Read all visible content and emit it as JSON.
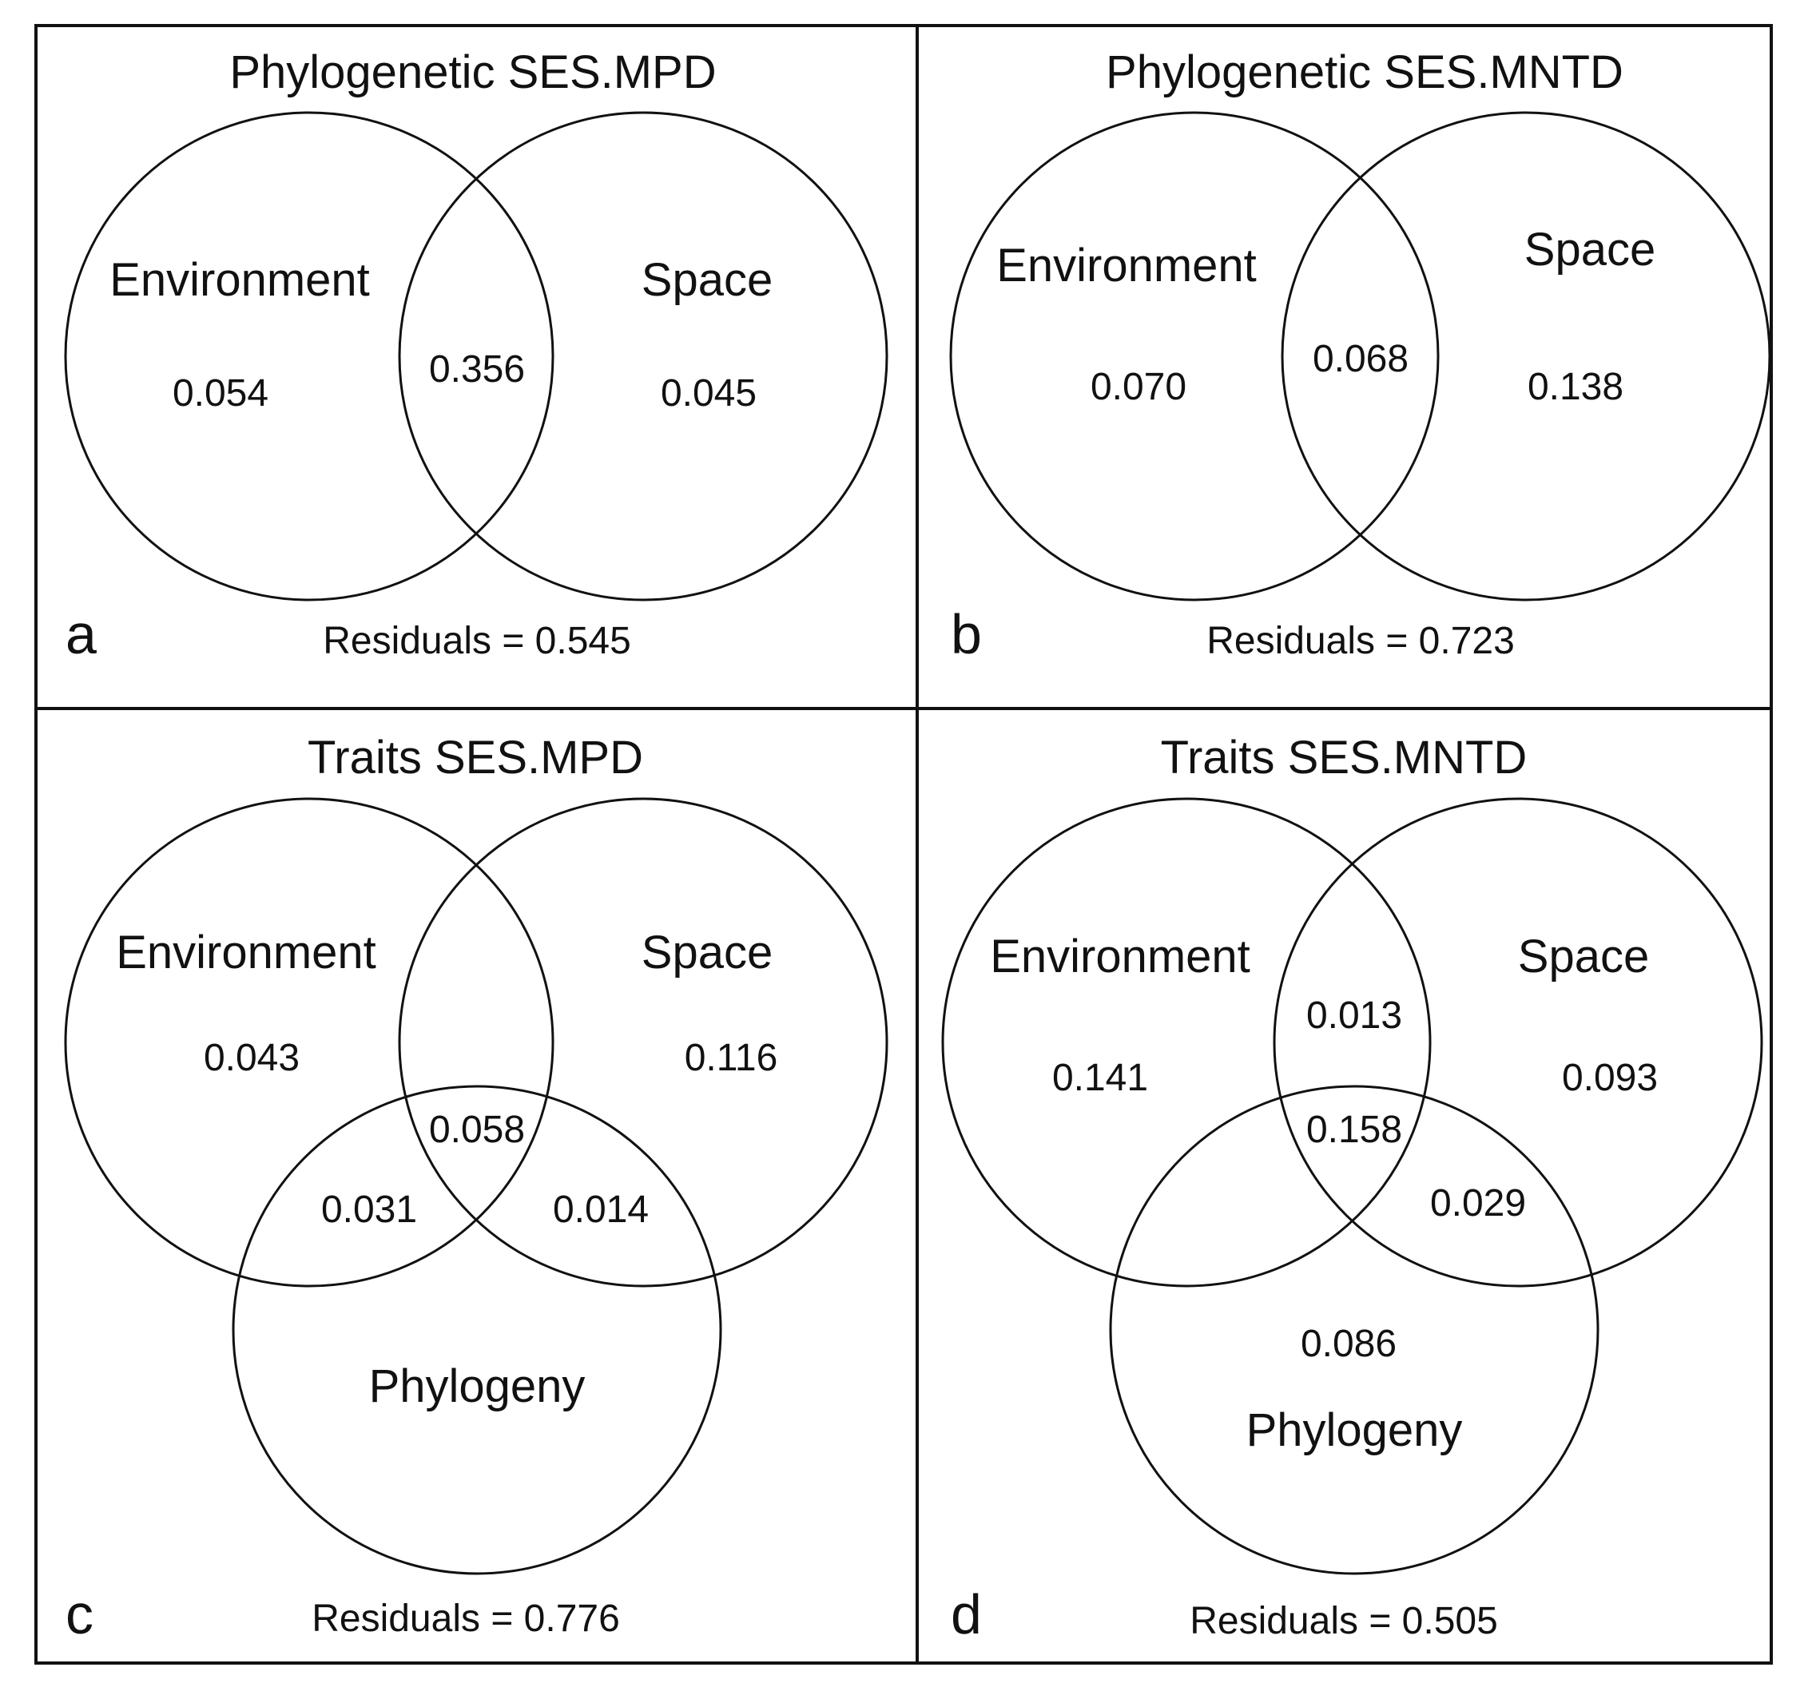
{
  "panels": [
    {
      "letter": "a",
      "title": "Phylogenetic SES.MPD",
      "sets": {
        "environment": "Environment",
        "space": "Space"
      },
      "values": {
        "environment": "0.054",
        "shared": "0.356",
        "space": "0.045"
      },
      "residuals": "Residuals = 0.545"
    },
    {
      "letter": "b",
      "title": "Phylogenetic SES.MNTD",
      "sets": {
        "environment": "Environment",
        "space": "Space"
      },
      "values": {
        "environment": "0.070",
        "shared": "0.068",
        "space": "0.138"
      },
      "residuals": "Residuals = 0.723"
    },
    {
      "letter": "c",
      "title": "Traits SES.MPD",
      "sets": {
        "environment": "Environment",
        "space": "Space",
        "phylogeny": "Phylogeny"
      },
      "values": {
        "environment": "0.043",
        "space": "0.116",
        "all_three": "0.058",
        "env_phylo": "0.031",
        "space_phylo": "0.014"
      },
      "residuals": "Residuals = 0.776"
    },
    {
      "letter": "d",
      "title": "Traits SES.MNTD",
      "sets": {
        "environment": "Environment",
        "space": "Space",
        "phylogeny": "Phylogeny"
      },
      "values": {
        "environment": "0.141",
        "env_space": "0.013",
        "space": "0.093",
        "all_three": "0.158",
        "space_phylo": "0.029",
        "phylogeny": "0.086"
      },
      "residuals": "Residuals = 0.505"
    }
  ]
}
